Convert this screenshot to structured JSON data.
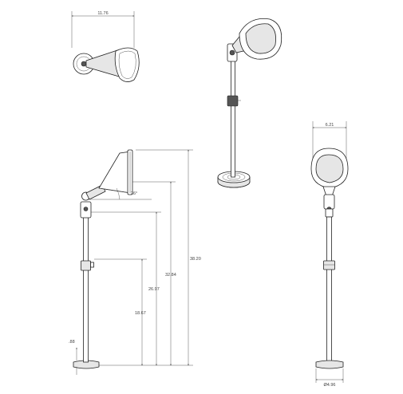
{
  "dimensions": {
    "top_width": "11.76",
    "front_width": "6.21",
    "base_diameter": "Ø4.96",
    "angle": "26°",
    "total_height": "38.20",
    "head_height": "32.84",
    "upper_height": "26.97",
    "clamp_height": "18.67",
    "base_height": ".88"
  },
  "colors": {
    "line": "#222222",
    "dimension": "#333333",
    "background": "#ffffff"
  }
}
